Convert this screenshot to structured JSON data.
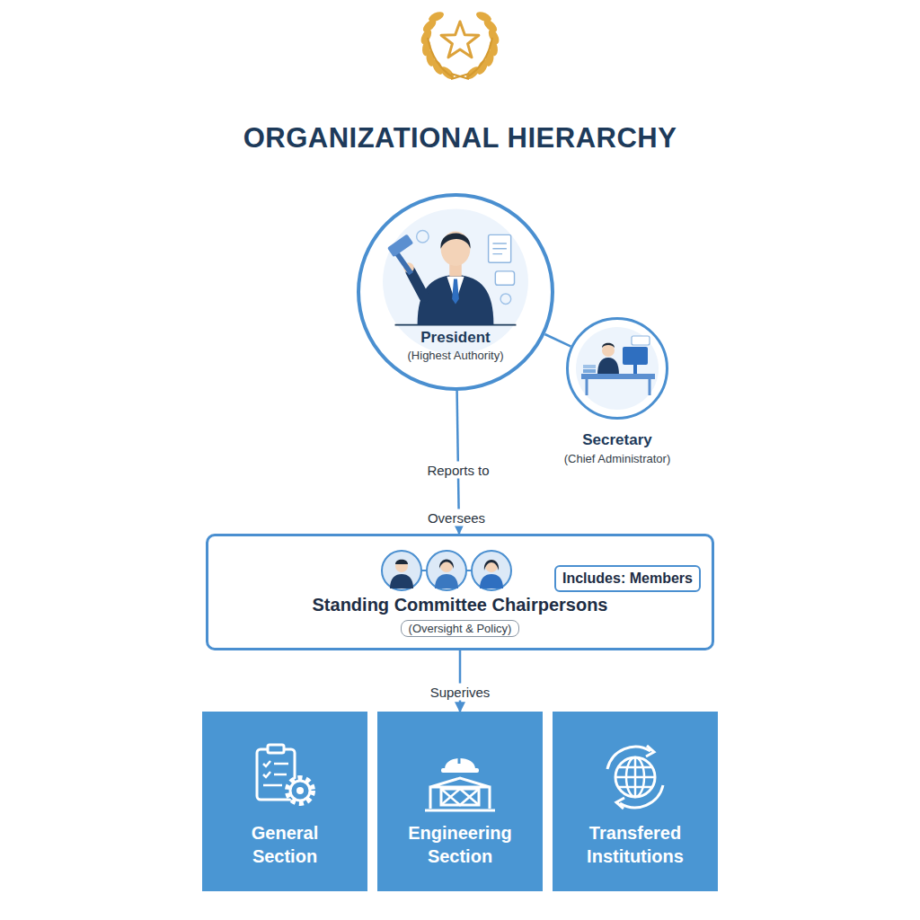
{
  "diagram": {
    "title": "ORGANIZATIONAL HIERARCHY",
    "nodes": [
      {
        "text": [
          "President",
          "(Highest Authority)"
        ]
      },
      {
        "text": [
          "Secretary",
          "(Chief Administrator)"
        ]
      },
      {
        "text": [
          "Standing Committee Chairpersons",
          "(Oversight & Policy)"
        ]
      },
      {
        "text": [
          "Includes: Members"
        ],
        "in": 2
      },
      {
        "text": [
          "General Section"
        ]
      },
      {
        "text": [
          "Engineering Section"
        ]
      },
      {
        "text": [
          "Transfered Institutions"
        ]
      }
    ],
    "edges": [
      {
        "from": 0,
        "to": 1,
        "arrow": "none"
      },
      {
        "from": 0,
        "to": 2,
        "label": "Reports to",
        "arrow": "to"
      },
      {
        "from": 2,
        "to": 5,
        "label": "Superives",
        "arrow": "to"
      }
    ],
    "labels": [
      "Oversees"
    ]
  }
}
